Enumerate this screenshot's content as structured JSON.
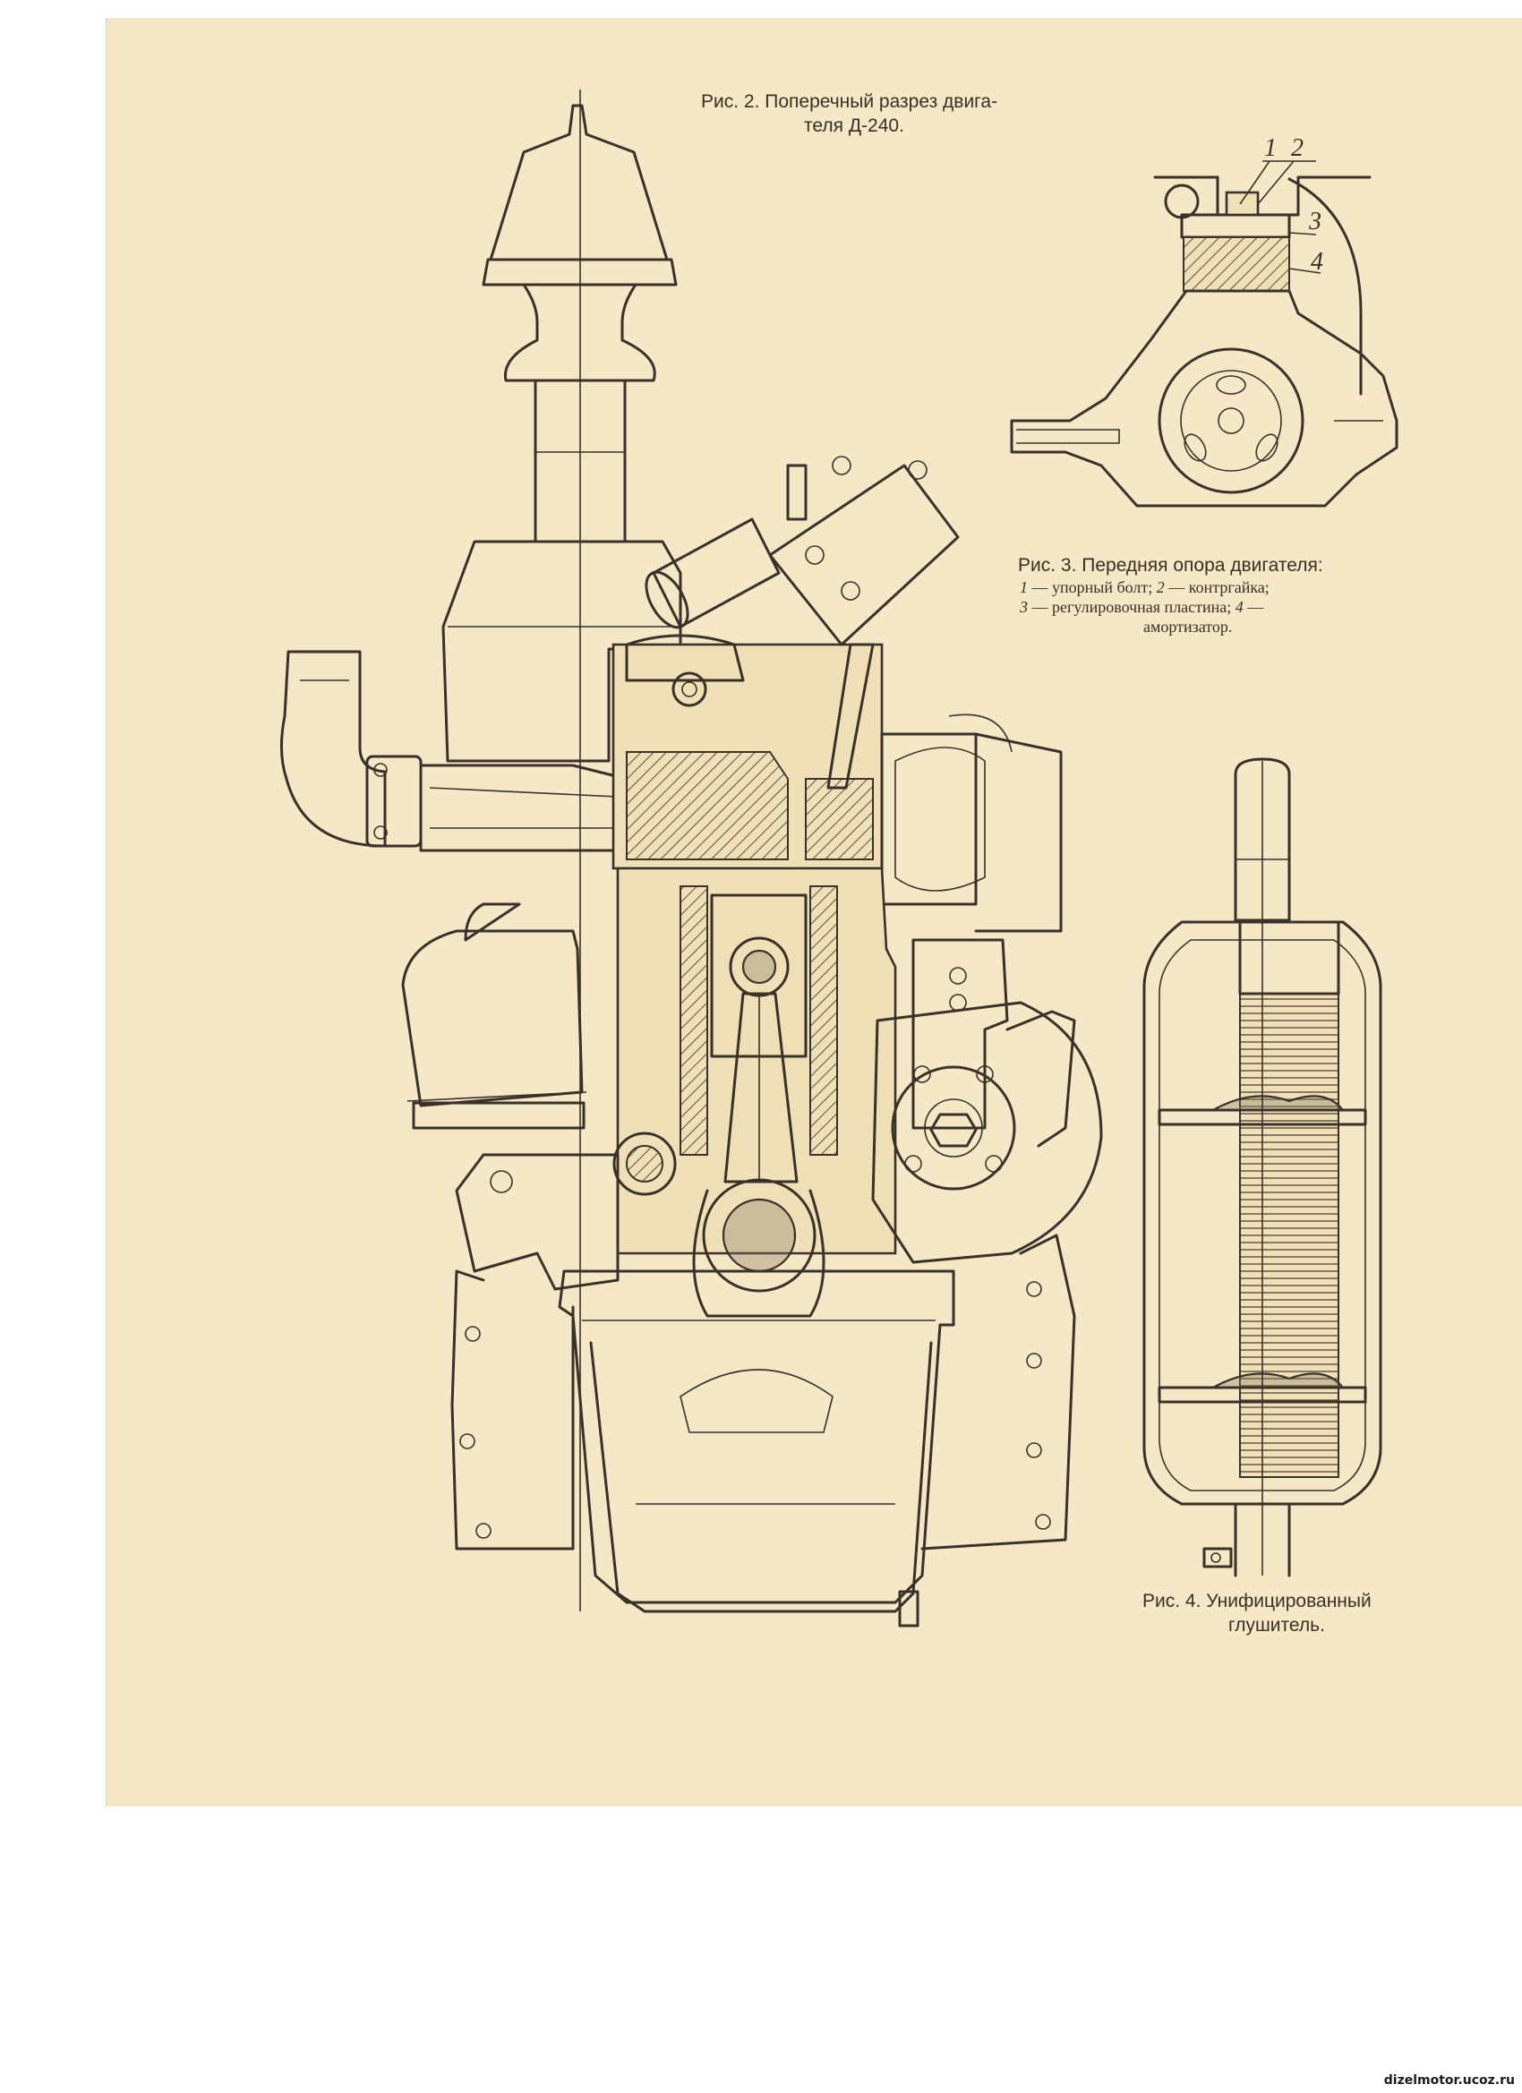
{
  "figures": {
    "fig2": {
      "caption_line1": "Рис. 2. Поперечный разрез двига-",
      "caption_line2": "теля Д-240."
    },
    "fig3": {
      "caption": "Рис. 3. Передняя опора двигателя:",
      "legend_line1_a": "1",
      "legend_line1_b": " — упорный болт; ",
      "legend_line1_c": "2",
      "legend_line1_d": " — контргайка;",
      "legend_line2_a": "3",
      "legend_line2_b": " — регулировочная пластина; ",
      "legend_line2_c": "4",
      "legend_line2_d": " —",
      "legend_line3": "амортизатор.",
      "callouts": [
        "1",
        "2",
        "3",
        "4"
      ]
    },
    "fig4": {
      "caption_line1": "Рис. 4. Унифицированный",
      "caption_line2": "глушитель."
    }
  },
  "watermark": "dizelmotor.ucoz.ru",
  "colors": {
    "paper": "#f5e8c6",
    "ink": "#3a3128",
    "background": "#ffffff"
  }
}
